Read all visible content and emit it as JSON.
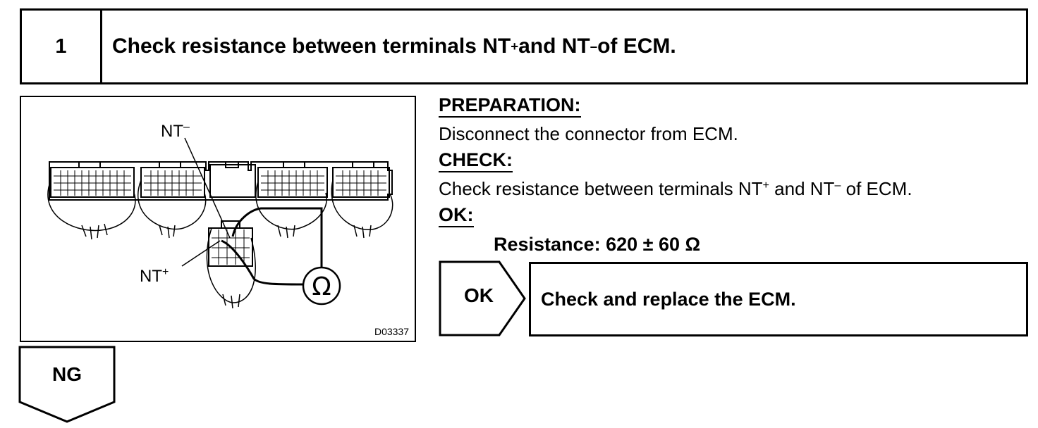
{
  "step": {
    "number": "1",
    "title_pre": "Check resistance between terminals NT",
    "title_sup1": "+",
    "title_mid": " and NT",
    "title_sup2": "–",
    "title_post": " of ECM."
  },
  "figure": {
    "label_nt_minus": "NT",
    "label_nt_minus_sup": "–",
    "label_nt_plus": "NT",
    "label_nt_plus_sup": "+",
    "ohm_symbol": "Ω",
    "code": "D03337"
  },
  "preparation": {
    "heading": "PREPARATION:",
    "text": "Disconnect the connector from ECM."
  },
  "check": {
    "heading": "CHECK:",
    "text_pre": "Check resistance between terminals NT",
    "text_sup1": "+",
    "text_mid": " and NT",
    "text_sup2": "–",
    "text_post": " of ECM."
  },
  "ok": {
    "heading": "OK:",
    "resistance": "Resistance: 620 ± 60 Ω"
  },
  "ok_branch": {
    "label": "OK",
    "action": "Check and replace the ECM."
  },
  "ng_branch": {
    "label": "NG"
  }
}
